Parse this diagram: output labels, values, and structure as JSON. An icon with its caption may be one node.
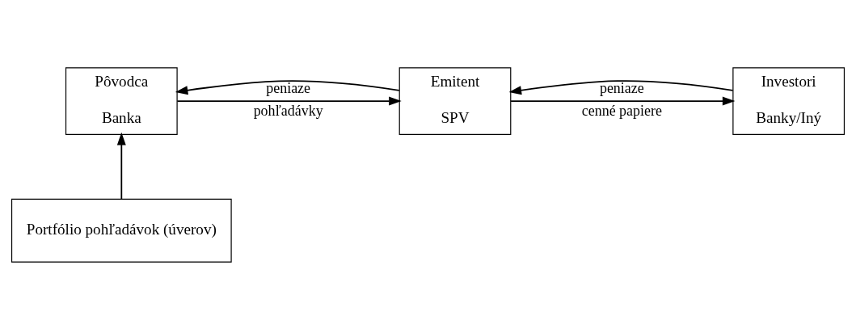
{
  "diagram": {
    "nodes": [
      {
        "text": [
          "Pôvodca",
          "Banka"
        ]
      },
      {
        "text": [
          "Emitent",
          "SPV"
        ]
      },
      {
        "text": [
          "Investori",
          "Banky/Iný"
        ]
      },
      {
        "text": [
          "Portfólio pohľadávok (úverov)"
        ]
      }
    ],
    "edges": [
      {
        "from": 0,
        "to": 1,
        "arrow": "to",
        "label": "pohľadávky"
      },
      {
        "from": 1,
        "to": 0,
        "arrow": "to",
        "label": "peniaze"
      },
      {
        "from": 1,
        "to": 2,
        "arrow": "to",
        "label": "cenné papiere"
      },
      {
        "from": 2,
        "to": 1,
        "arrow": "to",
        "label": "peniaze"
      },
      {
        "from": 3,
        "to": 0,
        "arrow": "to"
      }
    ]
  }
}
